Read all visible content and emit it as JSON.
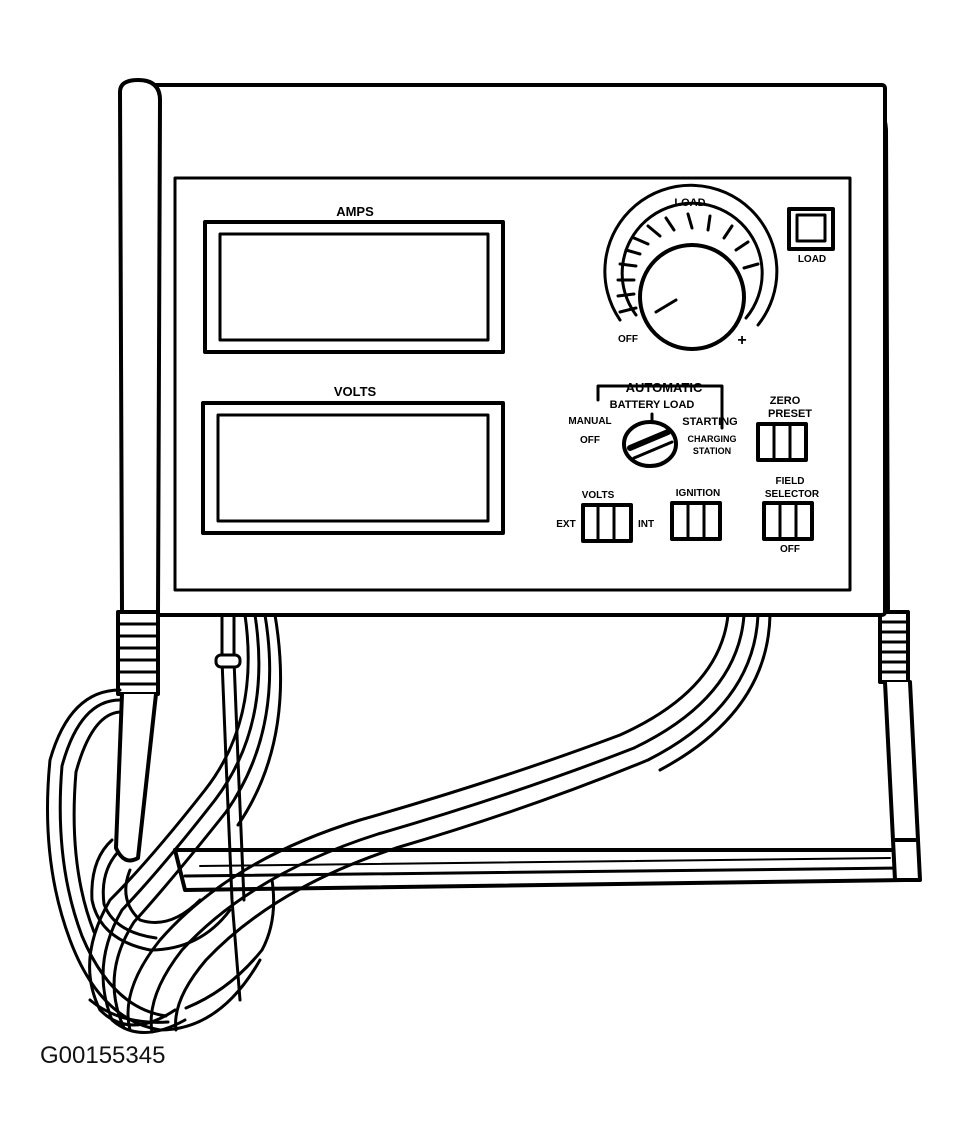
{
  "figure_id": "G00155345",
  "colors": {
    "ink": "#000000",
    "paper": "#ffffff"
  },
  "tester": {
    "amps_label": "AMPS",
    "volts_label": "VOLTS",
    "load_knob_label": "LOAD",
    "load_off_label": "OFF",
    "load_plus_label": "+",
    "load_button_label": "LOAD",
    "selector": {
      "automatic_label": "AUTOMATIC",
      "battery_load_label": "BATTERY LOAD",
      "manual_label": "MANUAL",
      "off_label": "OFF",
      "starting_label": "STARTING",
      "charging_line1": "CHARGING",
      "charging_line2": "STATION"
    },
    "zero_preset_line1": "ZERO",
    "zero_preset_line2": "PRESET",
    "volts_switch_label": "VOLTS",
    "volts_ext_label": "EXT",
    "volts_int_label": "INT",
    "ignition_label": "IGNITION",
    "field_selector_line1": "FIELD",
    "field_selector_line2": "SELECTOR",
    "field_off_label": "OFF"
  }
}
